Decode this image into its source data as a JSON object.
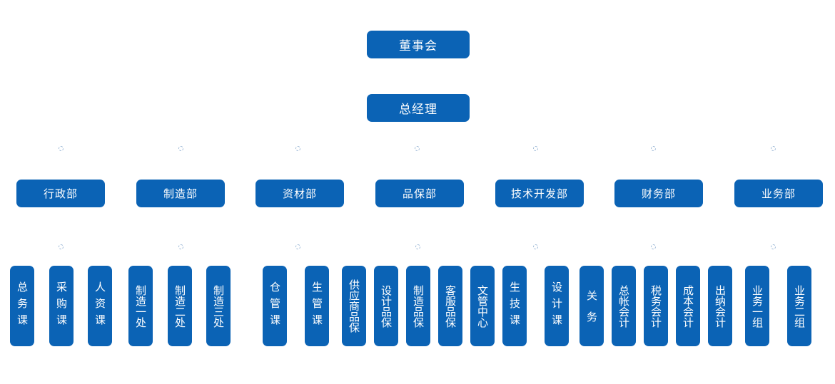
{
  "board": "董事会",
  "gm": "总经理",
  "departments": [
    {
      "label": "行政部",
      "units": [
        "总务课",
        "采购课",
        "人资课"
      ]
    },
    {
      "label": "制造部",
      "units": [
        "制造一处",
        "制造二处",
        "制造三处"
      ]
    },
    {
      "label": "资材部",
      "units": [
        "仓管课",
        "生管课"
      ]
    },
    {
      "label": "品保部",
      "units": [
        "供应商品保",
        "设计品保",
        "制造品保",
        "客服品保"
      ]
    },
    {
      "label": "技术开发部",
      "units": [
        "文管中心",
        "生技课",
        "设计课"
      ]
    },
    {
      "label": "财务部",
      "units": [
        "关　务",
        "总帐会计",
        "税务会计",
        "成本会计",
        "出纳会计"
      ]
    },
    {
      "label": "业务部",
      "units": [
        "业务一组",
        "业务二组"
      ]
    }
  ],
  "colors": {
    "box": "#0b63b5",
    "text": "#ffffff",
    "connector": "#9db8d6"
  }
}
